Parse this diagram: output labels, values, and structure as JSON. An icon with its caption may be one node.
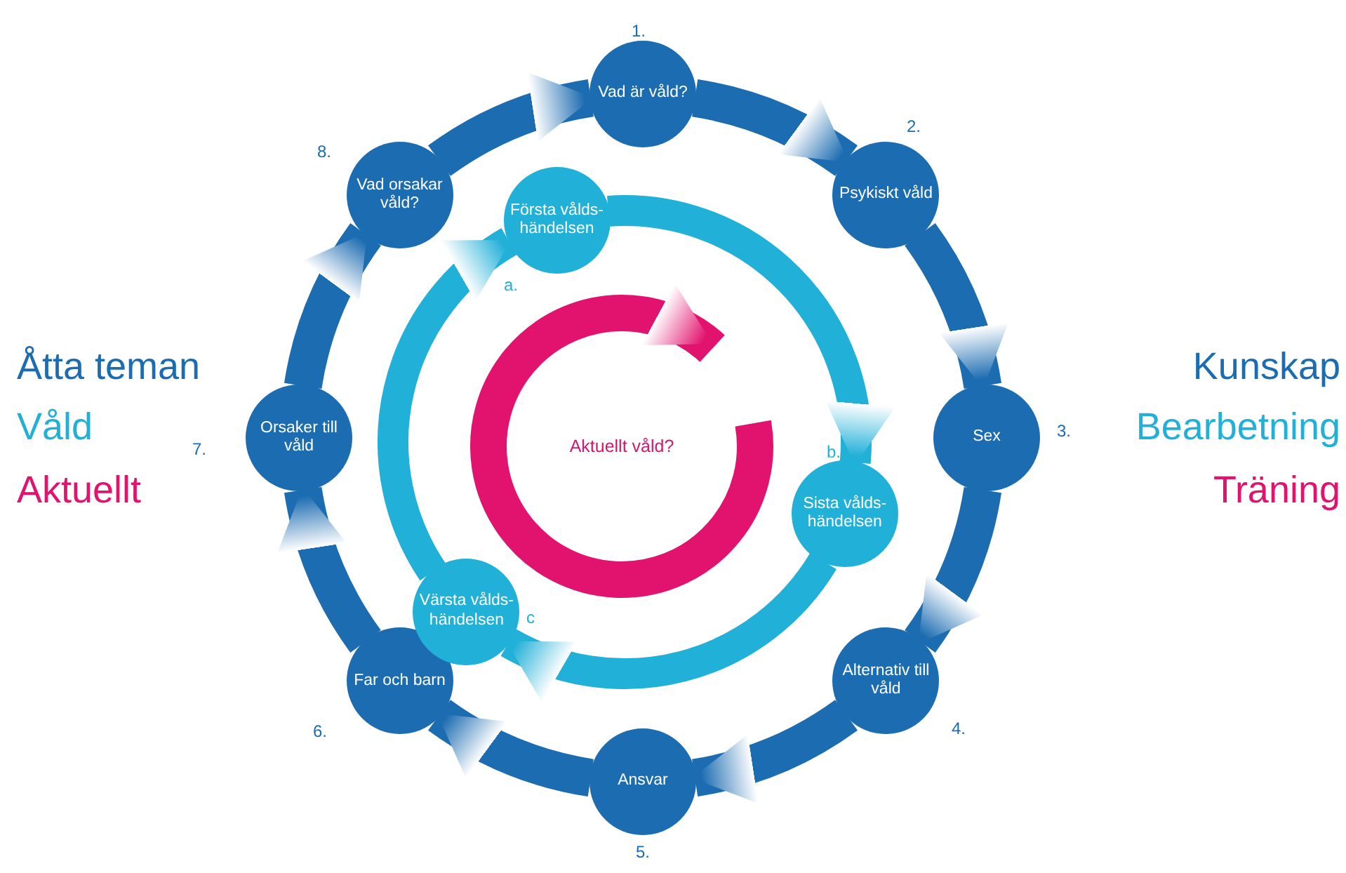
{
  "diagram": {
    "nodes": [
      {
        "text": [
          "Vad är våld?"
        ],
        "beside": [
          "1."
        ]
      },
      {
        "text": [
          "Psykiskt våld"
        ],
        "beside": [
          "2."
        ]
      },
      {
        "text": [
          "Sex"
        ],
        "beside": [
          "3."
        ]
      },
      {
        "text": [
          "Alternativ till våld"
        ],
        "beside": [
          "4."
        ]
      },
      {
        "text": [
          "Ansvar"
        ],
        "beside": [
          "5."
        ]
      },
      {
        "text": [
          "Far och barn"
        ],
        "beside": [
          "6."
        ]
      },
      {
        "text": [
          "Orsaker till våld"
        ],
        "beside": [
          "7."
        ]
      },
      {
        "text": [
          "Vad orsakar våld?"
        ],
        "beside": [
          "8."
        ]
      },
      {
        "text": [
          "Första vålds-händelsen"
        ],
        "beside": [
          "a."
        ]
      },
      {
        "text": [
          "Sista vålds-händelsen"
        ],
        "beside": [
          "b."
        ]
      },
      {
        "text": [
          "Värsta vålds-händelsen"
        ],
        "beside": [
          "c"
        ]
      },
      {
        "text": [
          "Aktuellt våld?"
        ]
      }
    ],
    "edges": [
      {
        "from": 0,
        "to": 1,
        "arrow": "to"
      },
      {
        "from": 1,
        "to": 2,
        "arrow": "to"
      },
      {
        "from": 2,
        "to": 3,
        "arrow": "to"
      },
      {
        "from": 3,
        "to": 4,
        "arrow": "to"
      },
      {
        "from": 4,
        "to": 5,
        "arrow": "to"
      },
      {
        "from": 5,
        "to": 6,
        "arrow": "to"
      },
      {
        "from": 6,
        "to": 7,
        "arrow": "to"
      },
      {
        "from": 7,
        "to": 0,
        "arrow": "to"
      },
      {
        "from": 8,
        "to": 9,
        "arrow": "to",
        "color": "#21b0d8"
      },
      {
        "from": 9,
        "to": 10,
        "arrow": "to",
        "color": "#21b0d8"
      },
      {
        "from": 10,
        "to": 8,
        "arrow": "to",
        "color": "#21b0d8"
      }
    ],
    "labels": [
      "Åtta teman",
      "Våld",
      "Aktuellt",
      "Kunskap",
      "Bearbetning",
      "Träning"
    ]
  }
}
